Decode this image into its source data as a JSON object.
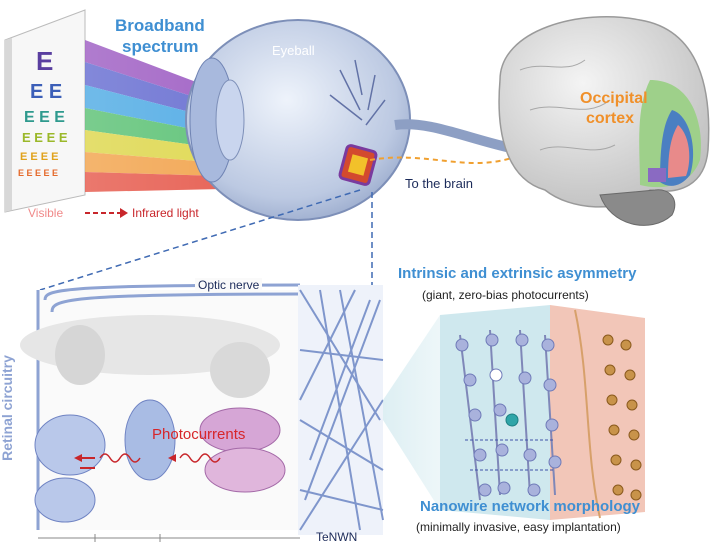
{
  "labels": {
    "broadband_line1": "Broadband",
    "broadband_line2": "spectrum",
    "eyeball": "Eyeball",
    "occipital_line1": "Occipital",
    "occipital_line2": "cortex",
    "to_brain": "To the brain",
    "visible": "Visible",
    "infrared": "Infrared light",
    "optic_nerve": "Optic nerve",
    "photocurrents": "Photocurrents",
    "retinal_circuitry": "Retinal circuitry",
    "tenwn": "TeNWN",
    "intrinsic_title": "Intrinsic and extrinsic asymmetry",
    "intrinsic_sub": "(giant, zero-bias photocurrents)",
    "nanowire_title": "Nanowire network morphology",
    "nanowire_sub": "(minimally invasive, easy implantation)"
  },
  "colors": {
    "accent_blue": "#3f8fd2",
    "orange": "#f0902a",
    "red": "#d7262b",
    "navy": "#1c2b5a"
  },
  "icons": [
    "eye-chart-icon",
    "eyeball-icon",
    "brain-icon",
    "arrow-icon",
    "nanowire-network-icon",
    "crystal-lattice-icon"
  ]
}
